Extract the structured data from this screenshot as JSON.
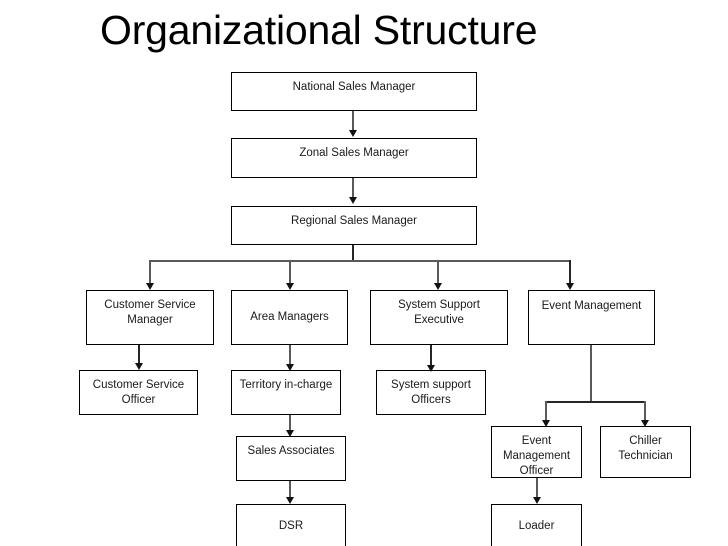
{
  "slide": {
    "title": "Organizational Structure",
    "background": "#ffffff",
    "box_border_color": "#000000",
    "connector_color": "#5a5a5a",
    "text_color": "#1a1a1a"
  },
  "nodes": {
    "national_sales_manager": "National Sales Manager",
    "zonal_sales_manager": "Zonal Sales Manager",
    "regional_sales_manager": "Regional Sales Manager",
    "customer_service_manager": "Customer Service Manager",
    "area_managers": "Area Managers",
    "system_support_executive": "System Support Executive",
    "event_management": "Event Management",
    "customer_service_officer": "Customer Service Officer",
    "territory_in_charge": "Territory in-charge",
    "system_support_officers": "System support Officers",
    "event_management_officer": "Event Management Officer",
    "chiller_technician": "Chiller Technician",
    "sales_associates": "Sales Associates",
    "dsr": "DSR",
    "loader": "Loader"
  },
  "chart_data": {
    "type": "diagram",
    "title": "Organizational Structure",
    "diagram_kind": "org-chart",
    "orientation": "top-down",
    "levels": [
      [
        "National Sales Manager"
      ],
      [
        "Zonal Sales Manager"
      ],
      [
        "Regional Sales Manager"
      ],
      [
        "Customer Service Manager",
        "Area Managers",
        "System Support Executive",
        "Event Management"
      ],
      [
        "Customer Service Officer",
        "Territory in-charge",
        "System support Officers",
        "Event Management Officer",
        "Chiller Technician"
      ],
      [
        "Sales Associates",
        "Loader"
      ],
      [
        "DSR"
      ]
    ],
    "edges": [
      {
        "from": "National Sales Manager",
        "to": "Zonal Sales Manager"
      },
      {
        "from": "Zonal Sales Manager",
        "to": "Regional Sales Manager"
      },
      {
        "from": "Regional Sales Manager",
        "to": "Customer Service Manager"
      },
      {
        "from": "Regional Sales Manager",
        "to": "Area Managers"
      },
      {
        "from": "Regional Sales Manager",
        "to": "System Support Executive"
      },
      {
        "from": "Regional Sales Manager",
        "to": "Event Management"
      },
      {
        "from": "Customer Service Manager",
        "to": "Customer Service Officer"
      },
      {
        "from": "Area Managers",
        "to": "Territory in-charge"
      },
      {
        "from": "Territory in-charge",
        "to": "Sales Associates"
      },
      {
        "from": "Sales Associates",
        "to": "DSR"
      },
      {
        "from": "System Support Executive",
        "to": "System support Officers"
      },
      {
        "from": "Event Management",
        "to": "Event Management Officer"
      },
      {
        "from": "Event Management",
        "to": "Chiller Technician"
      },
      {
        "from": "Event Management Officer",
        "to": "Loader"
      }
    ]
  }
}
